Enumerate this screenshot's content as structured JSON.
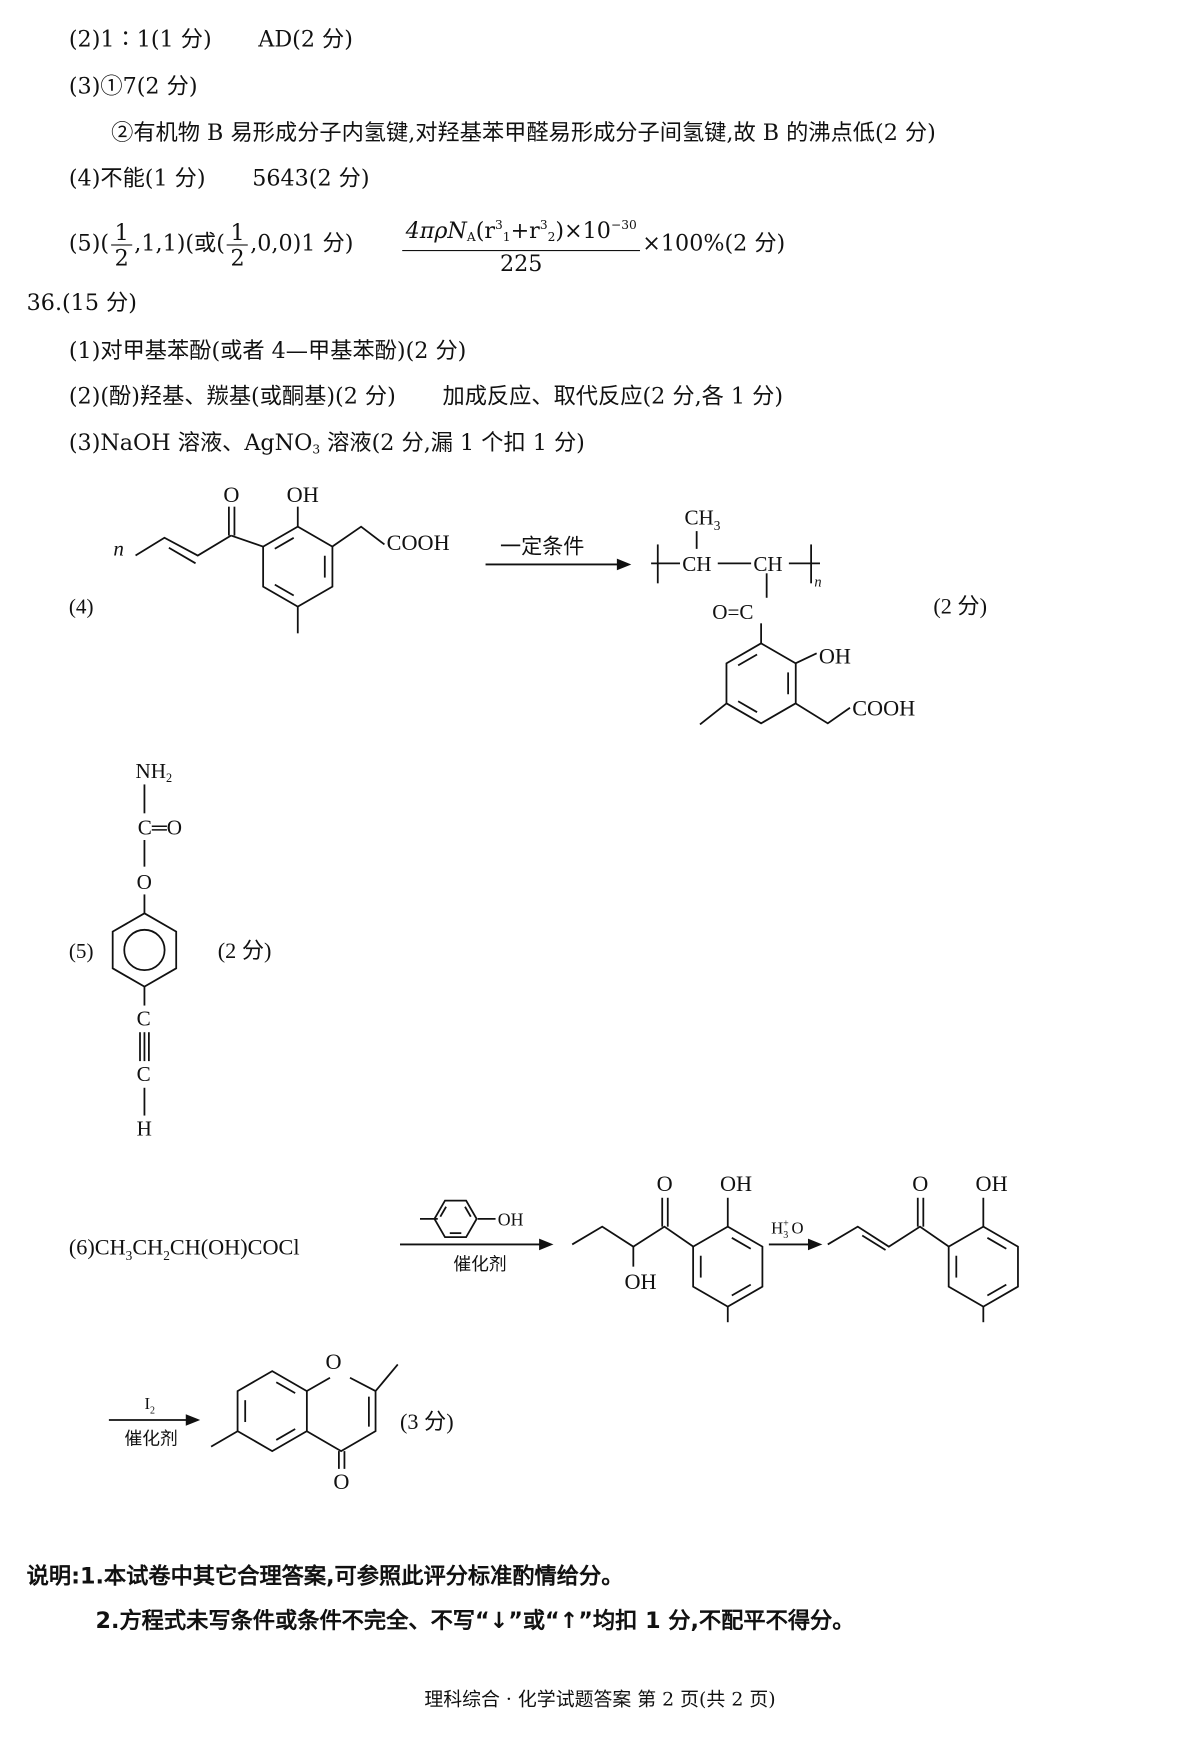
{
  "q35": {
    "l2": {
      "a": "(2)1∶1(1 分)",
      "b": "AD(2 分)"
    },
    "l3": "(3)①7(2 分)",
    "l3b": "②有机物 B 易形成分子内氢键,对羟基苯甲醛易形成分子间氢键,故 B 的沸点低(2 分)",
    "l4": {
      "a": "(4)不能(1 分)",
      "b": "5643(2 分)"
    },
    "l5": {
      "pre": "(5)(",
      "n1": "1",
      "d1": "2",
      "mid1": ",1,1)(或(",
      "n2": "1",
      "d2": "2",
      "mid2": ",0,0)1 分)",
      "num_a": "4πρN",
      "num_sub_a": "A",
      "num_b": "(r",
      "num_sup1": "3",
      "num_sub1": "1",
      "num_c": "+r",
      "num_sup2": "3",
      "num_sub2": "2",
      "num_d": ")×10",
      "num_exp": "−30",
      "den": "225",
      "post": "×100%(2 分)"
    }
  },
  "q36": {
    "title": "36.(15 分)",
    "l1": "(1)对甲基苯酚(或者 4—甲基苯酚)(2 分)",
    "l2": {
      "a": "(2)(酚)羟基、羰基(或酮基)(2 分)",
      "b": "加成反应、取代反应(2 分,各 1 分)"
    },
    "l3": {
      "a": "(3)NaOH 溶液、AgNO",
      "sub": "3",
      "b": " 溶液(2 分,漏 1 个扣 1 分)"
    },
    "l4": {
      "label": "(4)",
      "n": "n",
      "O": "O",
      "OH": "OH",
      "COOH": "COOH",
      "condition": "一定条件",
      "CH3": "CH",
      "CH3_sub": "3",
      "CH_a": "CH",
      "dash": "—",
      "CH_b": "CH",
      "n2": "n",
      "OC": "O=C",
      "OH2": "OH",
      "COOH2": "COOH",
      "score": "(2 分)"
    },
    "l5": {
      "label": "(5)",
      "NH2": "NH",
      "NH2_sub": "2",
      "CO": "C═O",
      "O": "O",
      "C1": "C",
      "C2": "C",
      "H": "H",
      "score": "(2 分)"
    },
    "l6": {
      "f_a": "(6)CH",
      "f_s1": "3",
      "f_b": "CH",
      "f_s2": "2",
      "f_c": "CH(OH)COCl",
      "reagent_OH": "OH",
      "catalyst": "催化剂",
      "p1_O": "O",
      "p1_OH_ring": "OH",
      "p1_OH_chain": "OH",
      "h3o_H": "H",
      "h3o_sup": "+",
      "h3o_sub": "3",
      "h3o_O": "O",
      "p2_O": "O",
      "p2_OH": "OH",
      "i2": "I",
      "i2_sub": "2",
      "catalyst2": "催化剂",
      "p3_O_ring": "O",
      "p3_O": "O",
      "score": "(3 分)"
    }
  },
  "notes": {
    "n1": "说明:1.本试卷中其它合理答案,可参照此评分标准酌情给分。",
    "n2": "2.方程式未写条件或条件不完全、不写“↓”或“↑”均扣 1 分,不配平不得分。"
  },
  "footer": "理科综合 · 化学试题答案  第 2 页(共 2 页)"
}
